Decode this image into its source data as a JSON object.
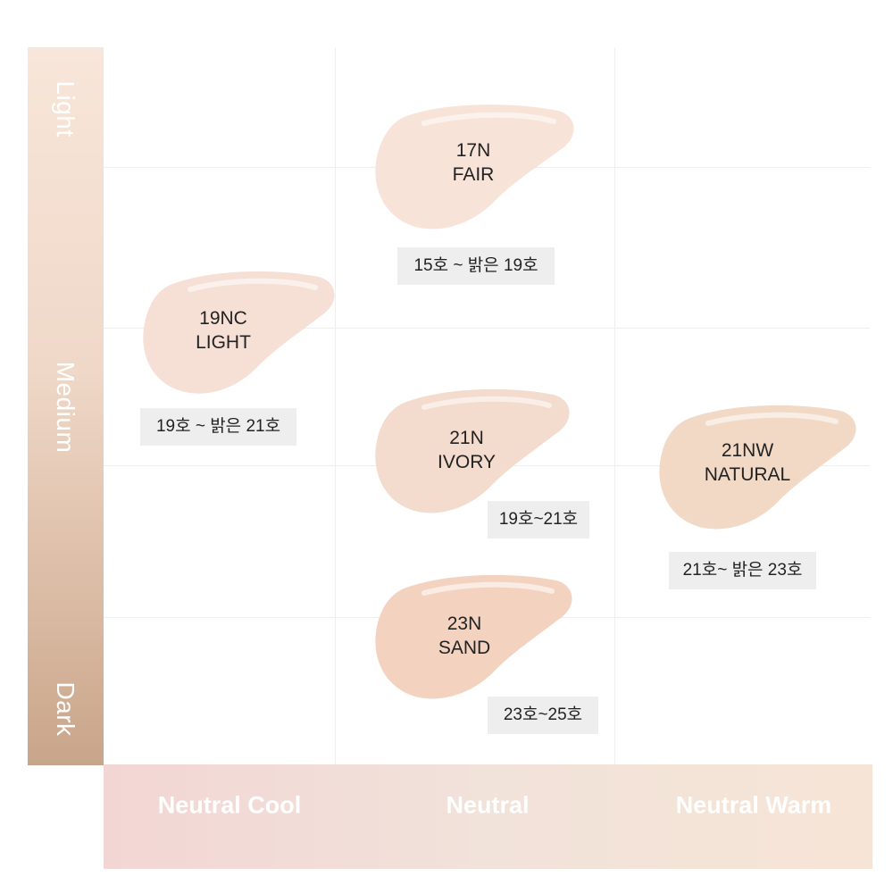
{
  "axis": {
    "vertical": [
      "Light",
      "Medium",
      "Dark"
    ],
    "horizontal": [
      "Neutral Cool",
      "Neutral",
      "Neutral Warm"
    ]
  },
  "swatches": [
    {
      "code": "17N",
      "name": "FAIR",
      "range": "15호 ~ 밝은 19호",
      "color": "#f8e3d8"
    },
    {
      "code": "19NC",
      "name": "LIGHT",
      "range": "19호 ~ 밝은 21호",
      "color": "#f6e0d6"
    },
    {
      "code": "21N",
      "name": "IVORY",
      "range": "19호~21호",
      "color": "#f3dbcd"
    },
    {
      "code": "21NW",
      "name": "NATURAL",
      "range": "21호~ 밝은 23호",
      "color": "#f2d9c6"
    },
    {
      "code": "23N",
      "name": "SAND",
      "range": "23호~25호",
      "color": "#f3d3c0"
    }
  ]
}
